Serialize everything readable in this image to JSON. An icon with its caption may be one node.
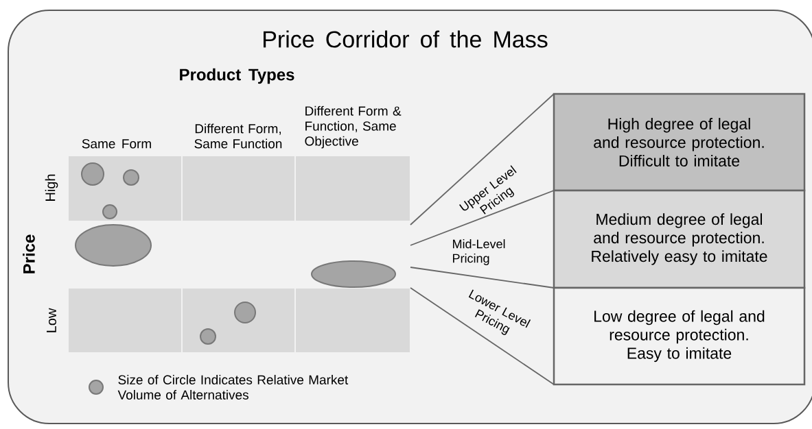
{
  "diagram": {
    "title": "Price Corridor of the Mass",
    "nodes": [
      {
        "text": [],
        "shape": "box"
      },
      {
        "text": [
          "High degree of legal and resource protection. Difficult to imitate"
        ],
        "in": 0
      },
      {
        "text": [
          "Medium degree of legal and resource protection. Relatively easy to imitate"
        ],
        "in": 0
      },
      {
        "text": [
          "Low degree of legal and resource protection. Easy to imitate"
        ],
        "in": 0
      }
    ],
    "labels": [
      "Product Types",
      "Same Form",
      "Different Form, Same Function",
      "Different Form & Function, Same Objective",
      "Price",
      "High",
      "Low",
      "Upper Level Pricing",
      "Mid-Level Pricing",
      "Lower Level Pricing"
    ],
    "legend": [
      {
        "text": "Size of Circle Indicates Relative Market Volume of Alternatives"
      }
    ]
  }
}
